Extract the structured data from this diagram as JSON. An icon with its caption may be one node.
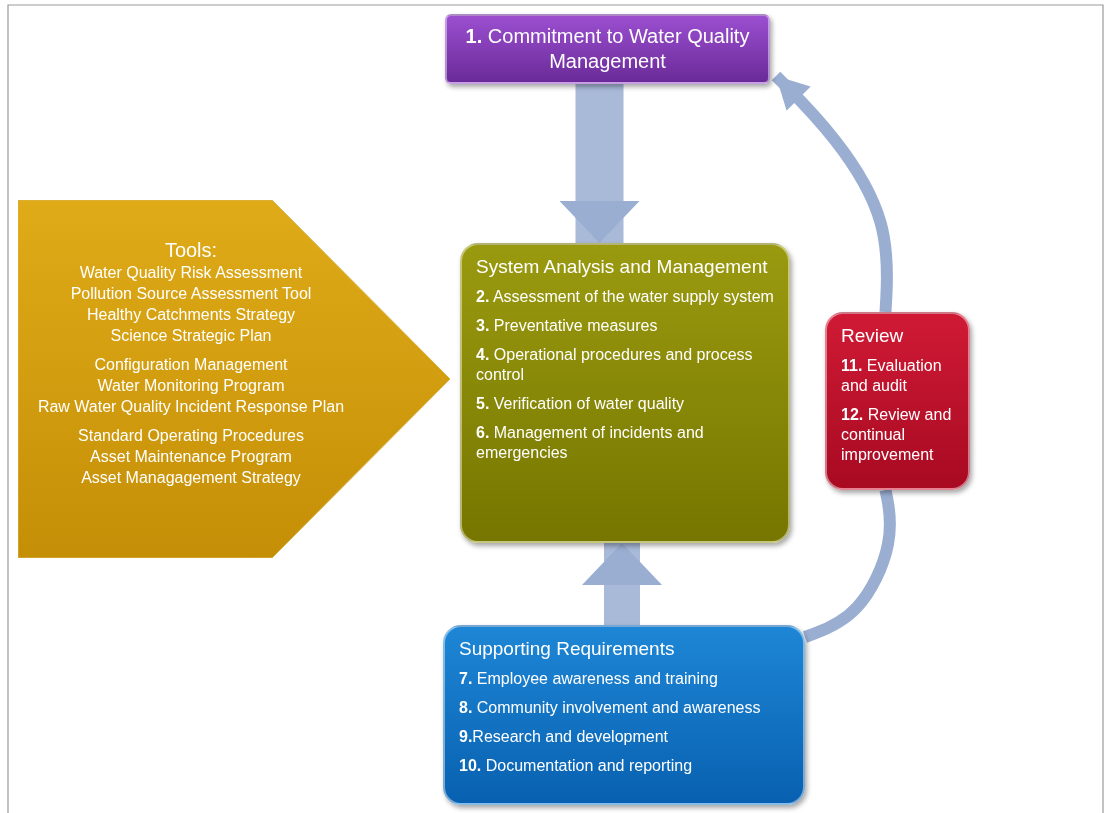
{
  "diagram": {
    "nodes": [
      {
        "text": [
          "**1.** Commitment to Water Quality Management"
        ]
      },
      {
        "text": [
          "Tools:",
          "Water Quality Risk Assessment",
          "Pollution Source Assessment Tool",
          "Healthy Catchments Strategy",
          "Science Strategic Plan",
          "Configuration Management",
          "Water Monitoring Program",
          "Raw Water Quality Incident Response Plan",
          "Standard Operating Procedures",
          "Asset Maintenance Program",
          "Asset Managagement Strategy"
        ]
      },
      {
        "text": [
          "System Analysis and Management",
          "**2.** Assessment of the water supply system",
          "**3.** Preventative measures",
          "**4.** Operational procedures and process control",
          "**5.** Verification of water quality",
          "**6.** Management of incidents and emergencies"
        ]
      },
      {
        "text": [
          "Review",
          "**11.** Evaluation and audit",
          "**12.** Review and continual improvement"
        ]
      },
      {
        "text": [
          "Supporting Requirements",
          "**7.** Employee awareness and training",
          "**8.** Community involvement and awareness",
          "**9.**Research and development",
          "**10.** Documentation and reporting"
        ]
      }
    ],
    "edges": [
      {
        "from": 0,
        "to": 2,
        "arrow": "to",
        "style": "thick"
      },
      {
        "from": 4,
        "to": 2,
        "arrow": "to",
        "style": "thick"
      },
      {
        "from": 4,
        "to": 3,
        "arrow": "none"
      },
      {
        "from": 3,
        "to": 0,
        "arrow": "to"
      }
    ]
  }
}
